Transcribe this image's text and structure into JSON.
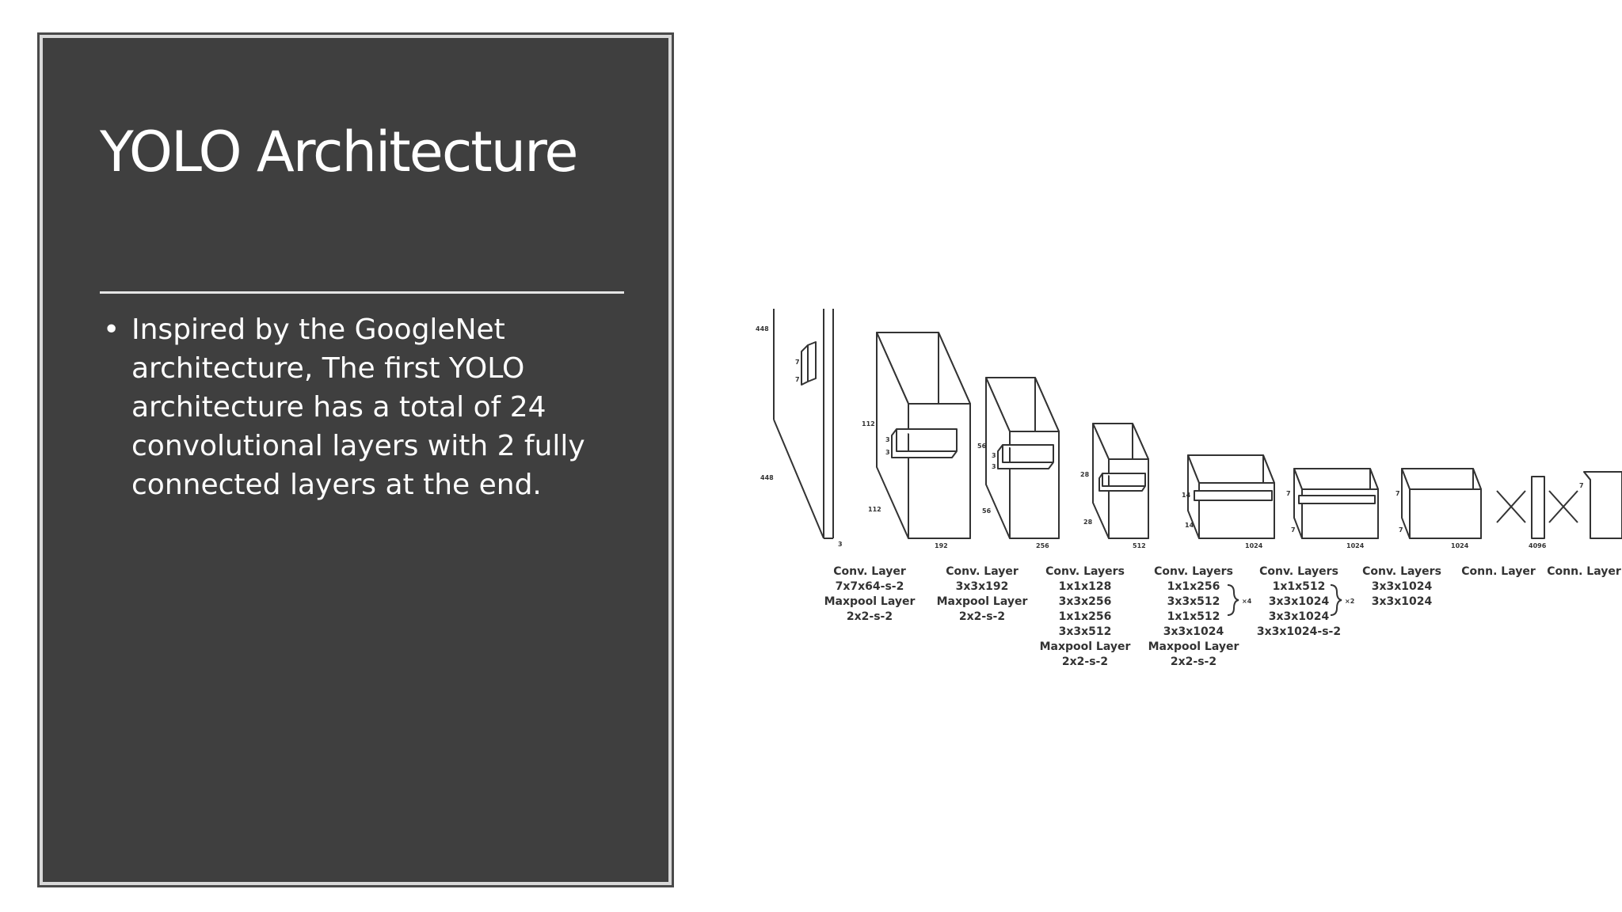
{
  "slide": {
    "title": "YOLO Architecture",
    "bullets": [
      {
        "lines": [
          "Inspired by the GoogleNet",
          "architecture, The first YOLO",
          "architecture has a total of 24",
          "convolutional layers with 2 fully",
          "connected layers at the end."
        ]
      }
    ]
  },
  "diagram": {
    "stages": [
      {
        "label_lines": [
          "Conv. Layer",
          "7x7x64-s-2",
          "Maxpool Layer",
          "2x2-s-2"
        ]
      },
      {
        "label_lines": [
          "Conv. Layer",
          "3x3x192",
          "Maxpool Layer",
          "2x2-s-2"
        ]
      },
      {
        "label_lines": [
          "Conv. Layers",
          "1x1x128",
          "3x3x256",
          "1x1x256",
          "3x3x512",
          "Maxpool Layer",
          "2x2-s-2"
        ]
      },
      {
        "label_lines": [
          "Conv. Layers",
          "1x1x256",
          "3x3x512",
          "1x1x512",
          "3x3x1024",
          "Maxpool Layer",
          "2x2-s-2"
        ],
        "repeat": "×4"
      },
      {
        "label_lines": [
          "Conv. Layers",
          "1x1x512",
          "3x3x1024",
          "3x3x1024",
          "3x3x1024-s-2"
        ],
        "repeat": "×2"
      },
      {
        "label_lines": [
          "Conv. Layers",
          "3x3x1024",
          "3x3x1024"
        ]
      },
      {
        "label_lines": [
          "Conn. Layer"
        ]
      },
      {
        "label_lines": [
          "Conn. Layer"
        ]
      }
    ],
    "dims": {
      "input_h": "448",
      "input_w": "448",
      "input_d": "3",
      "k1": "7",
      "b1_h": "112",
      "b1_w": "112",
      "b1_d": "192",
      "k2": "3",
      "b2_h": "56",
      "b2_w": "56",
      "b2_d": "256",
      "b3_h": "28",
      "b3_w": "28",
      "b3_d": "512",
      "b4_h": "14",
      "b4_w": "14",
      "b4_d": "1024",
      "b5_h": "7",
      "b5_w": "7",
      "b5_d": "1024",
      "b6_h": "7",
      "b6_w": "7",
      "b6_d": "1024",
      "fc": "4096",
      "out": "7"
    }
  },
  "colors": {
    "panel_bg": "#3f3f3f",
    "panel_border": "#d9d9d9",
    "text": "#ffffff",
    "diagram_ink": "#333333"
  }
}
